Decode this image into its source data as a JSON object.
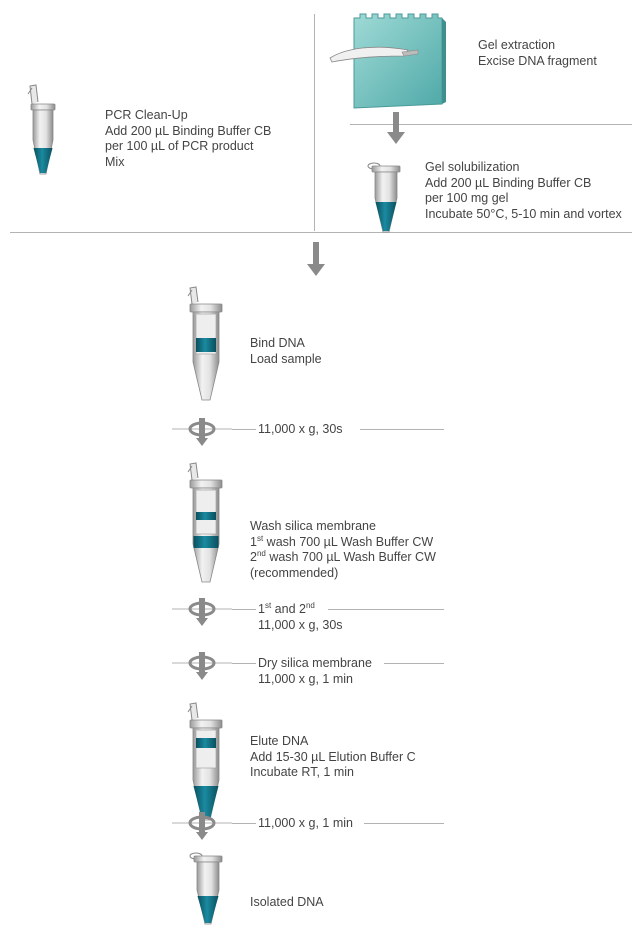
{
  "pcr_cleanup": {
    "title": "PCR Clean-Up",
    "line1": "Add 200 µL Binding Buffer CB",
    "line2": "per 100 µL of PCR product",
    "line3": "Mix"
  },
  "gel_extraction": {
    "title": "Gel extraction",
    "line1": "Excise DNA fragment"
  },
  "gel_solubilization": {
    "title": "Gel solubilization",
    "line1": "Add 200 µL Binding Buffer CB",
    "line2": "per 100 mg gel",
    "line3": "Incubate 50°C, 5-10 min and vortex"
  },
  "bind": {
    "title": "Bind DNA",
    "line1": "Load sample"
  },
  "spin1": {
    "label": "11,000 x g, 30s"
  },
  "wash": {
    "title": "Wash silica membrane",
    "line1_ord": "1",
    "line1_sup": "st",
    "line1_rest": " wash 700 µL Wash Buffer CW",
    "line2_ord": "2",
    "line2_sup": "nd",
    "line2_rest": " wash 700 µL Wash Buffer CW",
    "line3": "(recommended)"
  },
  "spin2": {
    "ord1": "1",
    "sup1": "st",
    "and": " and 2",
    "sup2": "nd",
    "line2": "11,000 x g, 30s"
  },
  "spin3": {
    "label": "Dry silica membrane",
    "line2": "11,000 x g, 1 min"
  },
  "elute": {
    "title": "Elute DNA",
    "line1": "Add 15-30 µL Elution Buffer C",
    "line2": "Incubate RT, 1 min"
  },
  "spin4": {
    "label": "11,000 x g, 1 min"
  },
  "final": {
    "label": "Isolated DNA"
  },
  "colors": {
    "liquid": "#0f6f82",
    "tube": "#d6d6d6",
    "arrow": "#8a8a8a",
    "gel": "#7fcac8",
    "rule": "#b3b3b3"
  }
}
